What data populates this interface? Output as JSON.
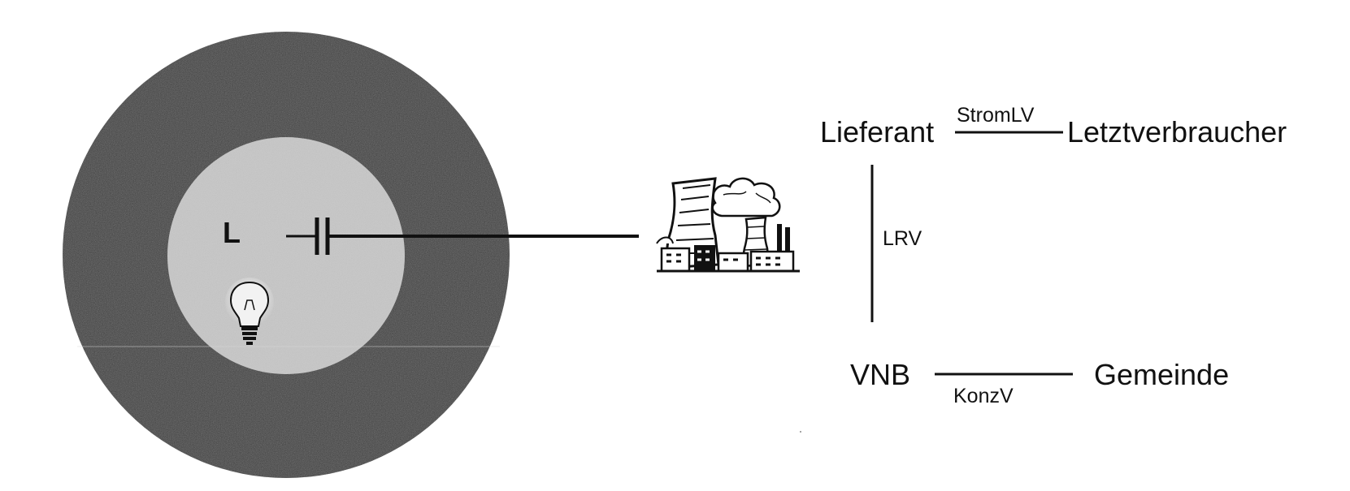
{
  "diagram": {
    "circle_label": "L",
    "parties": {
      "supplier": "Lieferant",
      "end_consumer": "Letztverbraucher",
      "network_operator": "VNB",
      "municipality": "Gemeinde"
    },
    "contracts": {
      "supply": "StromLV",
      "network_framework": "LRV",
      "concession": "KonzV"
    },
    "icons": [
      "capacitor-icon",
      "light-bulb-icon",
      "power-plant-icon"
    ],
    "colors": {
      "outer_ring": "#262626",
      "inner_circle": "#c8c8c8",
      "ink": "#111111"
    }
  }
}
